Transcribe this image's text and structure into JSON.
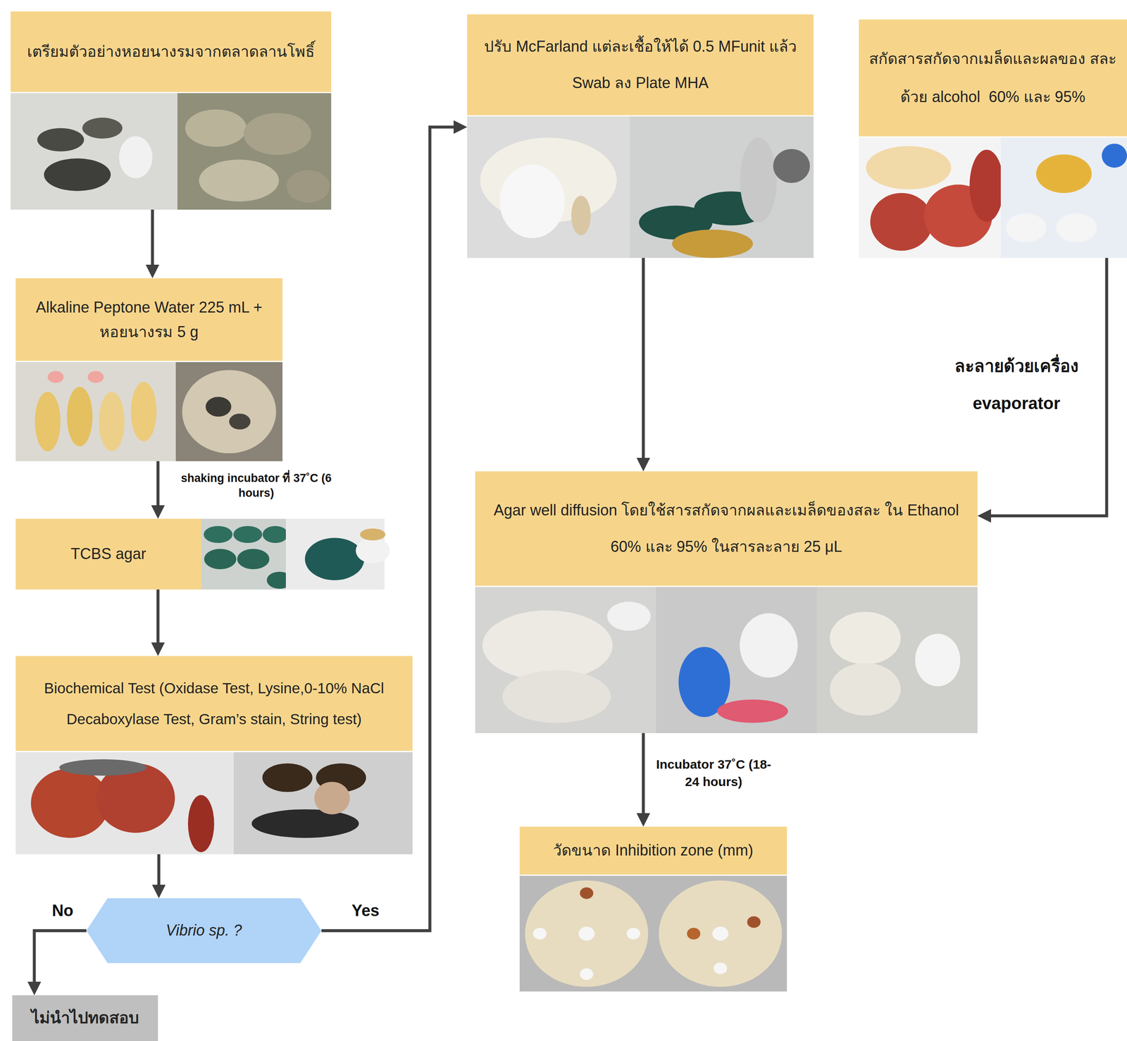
{
  "diagram": {
    "nodes": [
      {
        "text": [
          "เตรียมตัวอย่างหอยนางรมจากตลาดลานโพธิ์"
        ]
      },
      {
        "text": [
          "Alkaline Peptone Water 225 mL + หอยนางรม 5 g"
        ]
      },
      {
        "text": [
          "TCBS agar"
        ]
      },
      {
        "text": [
          "Biochemical Test (Oxidase Test, Lysine,0-10% NaCl Decaboxylase Test, Gram’s stain, String test)"
        ]
      },
      {
        "text": [
          "Vibrio sp. ?"
        ]
      },
      {
        "text": [
          "ไม่นำไปทดสอบ"
        ]
      },
      {
        "text": [
          "ปรับ McFarland แต่ละเชื้อให้ได้ 0.5 MFunit แล้ว Swab ลง Plate MHA"
        ]
      },
      {
        "text": [
          "สกัดสารสกัดจากเมล็ดและผลของ สละด้วย alcohol  60% และ 95%"
        ]
      },
      {
        "text": [
          "Agar well diffusion โดยใช้สารสกัดจากผลและเมล็ดของสละ ใน Ethanol 60% และ 95% ในสารละลาย 25 μL"
        ]
      },
      {
        "text": [
          "วัดขนาด Inhibition zone (mm)"
        ]
      }
    ],
    "edges": [
      {
        "from": 0,
        "to": 1,
        "arrow": "to"
      },
      {
        "from": 1,
        "to": 2,
        "label": "shaking incubator ที่ 37˚C (6 hours)",
        "arrow": "to"
      },
      {
        "from": 2,
        "to": 3,
        "arrow": "to"
      },
      {
        "from": 3,
        "to": 4,
        "arrow": "to"
      },
      {
        "from": 4,
        "to": 5,
        "label": "No",
        "arrow": "to"
      },
      {
        "from": 4,
        "to": 6,
        "label": "Yes",
        "arrow": "to"
      },
      {
        "from": 6,
        "to": 8,
        "arrow": "to"
      },
      {
        "from": 7,
        "to": 8,
        "label": "ละลายด้วยเครื่อง evaporator",
        "arrow": "to"
      },
      {
        "from": 8,
        "to": 9,
        "label": "Incubator 37˚C (18-24 hours)",
        "arrow": "to"
      }
    ]
  }
}
